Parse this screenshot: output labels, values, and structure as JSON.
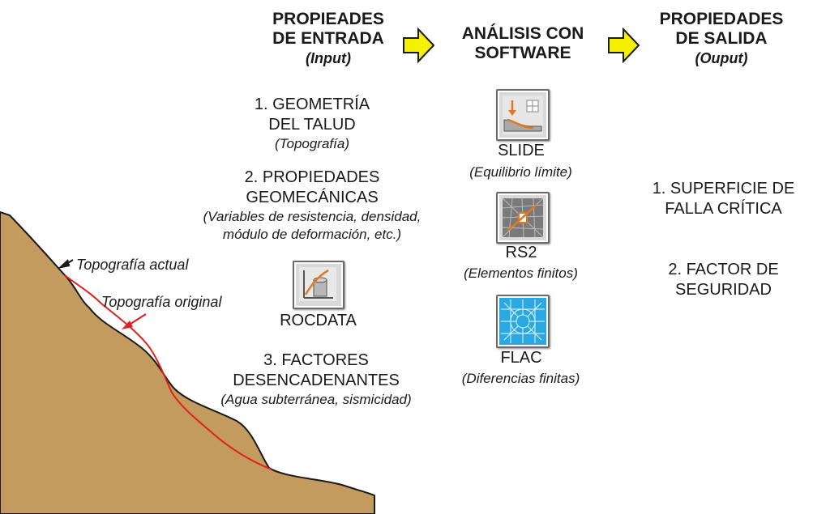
{
  "header": {
    "input_title_line1": "PROPIEADES",
    "input_title_line2": "DE ENTRADA",
    "input_subtitle": "(Input)",
    "software_title_line1": "ANÁLISIS CON",
    "software_title_line2": "SOFTWARE",
    "output_title_line1": "PROPIEDADES",
    "output_title_line2": "DE SALIDA",
    "output_subtitle": "(Ouput)"
  },
  "inputs": {
    "geometry_line1": "1. GEOMETRÍA",
    "geometry_line2": "DEL TALUD",
    "geometry_note": "(Topografía)",
    "geomech_line1": "2. PROPIEDADES",
    "geomech_line2": "GEOMECÁNICAS",
    "geomech_note_line1": "(Variables de resistencia, densidad,",
    "geomech_note_line2": "módulo de deformación, etc.)",
    "rocdata_label": "ROCDATA",
    "triggers_line1": "3. FACTORES",
    "triggers_line2": "DESENCADENANTES",
    "triggers_note": "(Agua subterránea, sismicidad)"
  },
  "software": {
    "slide_label": "SLIDE",
    "slide_note": "(Equilibrio límite)",
    "rs2_label": "RS2",
    "rs2_note": "(Elementos finitos)",
    "flac_label": "FLAC",
    "flac_note": "(Diferencias finitas)"
  },
  "outputs": {
    "surface_line1": "1. SUPERFICIE DE",
    "surface_line2": "FALLA CRÍTICA",
    "factor_line1": "2. FACTOR DE",
    "factor_line2": "SEGURIDAD"
  },
  "slope": {
    "current_topo_label": "Topografía actual",
    "original_topo_label": "Topografía original"
  },
  "colors": {
    "slope_fill": "#c39b5e",
    "original_line": "#e02020",
    "arrow_fill": "#f5f000",
    "flac_blue": "#2aa8e0"
  },
  "icons": [
    "yellow-arrow-icon",
    "slide-software-icon",
    "rs2-software-icon",
    "flac-software-icon",
    "rocdata-software-icon"
  ]
}
